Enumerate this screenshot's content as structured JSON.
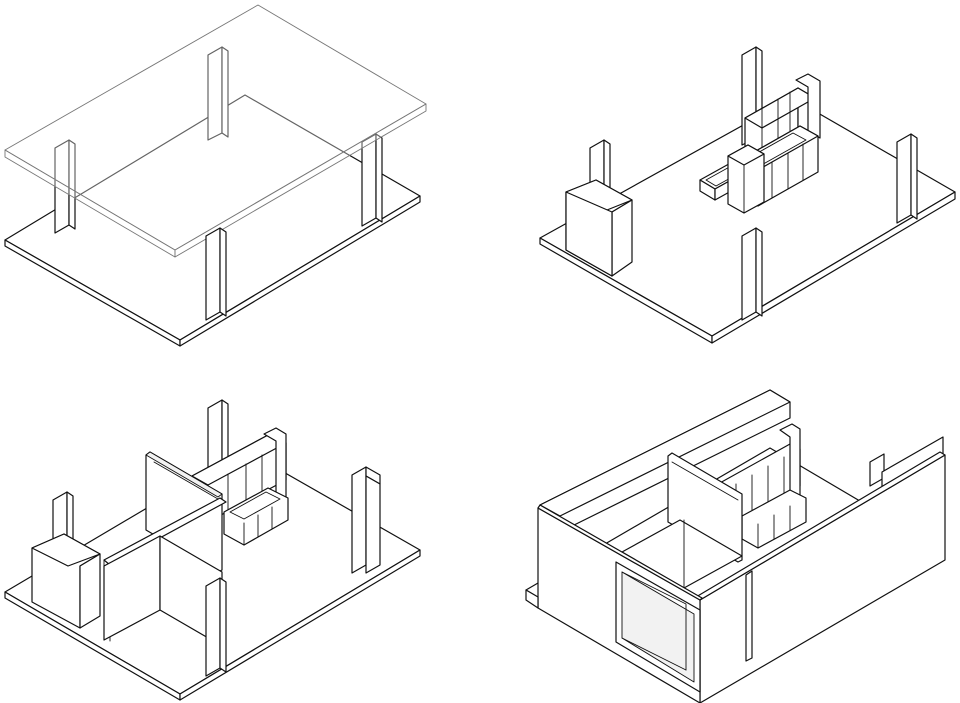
{
  "colors": {
    "line": "#111111",
    "background": "#ffffff",
    "glass": "#777777"
  },
  "panels": [
    {
      "name": "step-1-slab-columns-roof"
    },
    {
      "name": "step-2-furniture-placed"
    },
    {
      "name": "step-3-partitions-added"
    },
    {
      "name": "step-4-enclosure-walls"
    }
  ]
}
